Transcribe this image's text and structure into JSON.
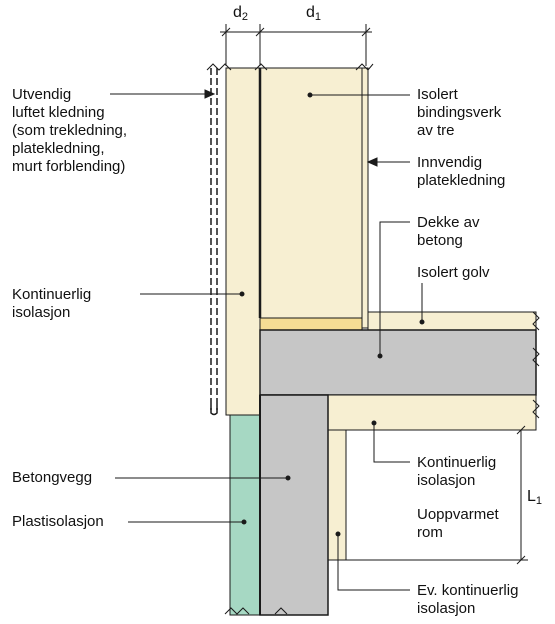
{
  "dimensions": {
    "d2": {
      "base": "d",
      "sub": "2"
    },
    "d1": {
      "base": "d",
      "sub": "1"
    },
    "L1": {
      "base": "L",
      "sub": "1"
    }
  },
  "labels": {
    "exterior_cladding": [
      "Utvendig",
      "luftet kledning",
      "(som trekledning,",
      "platekledning,",
      "murt forblending)"
    ],
    "insulated_frame": [
      "Isolert",
      "bindingsverk",
      "av tre"
    ],
    "interior_cladding": [
      "Innvendig",
      "platekledning"
    ],
    "concrete_slab": [
      "Dekke av",
      "betong"
    ],
    "insulated_floor": [
      "Isolert golv"
    ],
    "continuous_insulation_upper": [
      "Kontinuerlig",
      "isolasjon"
    ],
    "continuous_insulation_lower": [
      "Kontinuerlig",
      "isolasjon"
    ],
    "unheated_room": [
      "Uoppvarmet",
      "rom"
    ],
    "concrete_wall": [
      "Betongvegg"
    ],
    "plastic_insulation": [
      "Plastisolasjon"
    ],
    "optional_insulation": [
      "Ev. kontinuerlig",
      "isolasjon"
    ]
  },
  "colors": {
    "insulation": "#f7efd2",
    "concrete": "#c6c6c6",
    "plastic_insulation": "#a6d8c3",
    "sill_plate": "#f6dd94",
    "line": "#1a1a1a"
  }
}
